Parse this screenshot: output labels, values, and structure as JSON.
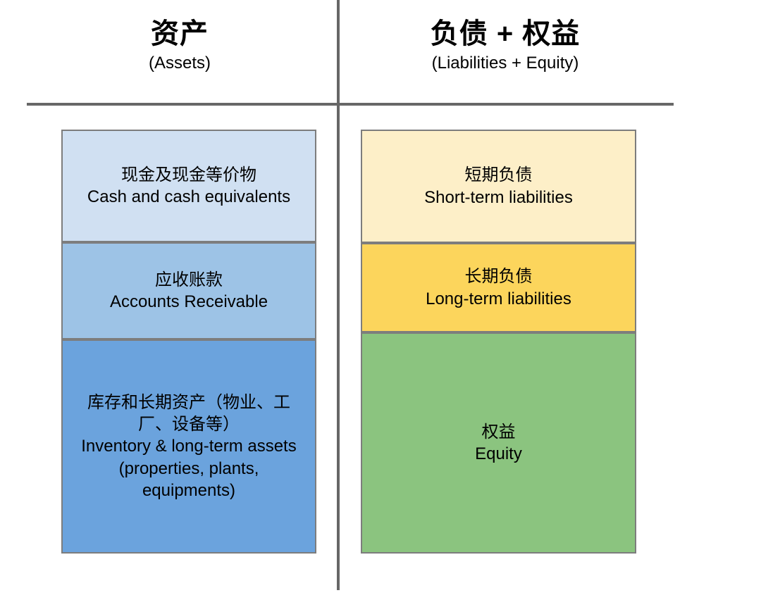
{
  "diagram": {
    "title_semantic": "balance-sheet-structure",
    "colors": {
      "divider": "#676767",
      "box_border": "#7d7d7d",
      "cash": "#d0e0f2",
      "receivable": "#9dc3e6",
      "inventory": "#6ba3dd",
      "short_term": "#fdefc8",
      "long_term": "#fcd55c",
      "equity": "#8bc47f",
      "background": "#ffffff",
      "text": "#000000"
    }
  },
  "columns": {
    "left": {
      "heading_cn": "资产",
      "heading_en": "(Assets)",
      "items": [
        {
          "cn": "现金及现金等价物",
          "en": "Cash and cash equivalents"
        },
        {
          "cn": "应收账款",
          "en": "Accounts Receivable"
        },
        {
          "cn": "库存和长期资产（物业、工厂、设备等）",
          "en": "Inventory & long-term assets (properties, plants, equipments)"
        }
      ]
    },
    "right": {
      "heading_cn": "负债 + 权益",
      "heading_en": "(Liabilities + Equity)",
      "items": [
        {
          "cn": "短期负债",
          "en": "Short-term liabilities"
        },
        {
          "cn": "长期负债",
          "en": "Long-term liabilities"
        },
        {
          "cn": "权益",
          "en": "Equity"
        }
      ]
    }
  }
}
